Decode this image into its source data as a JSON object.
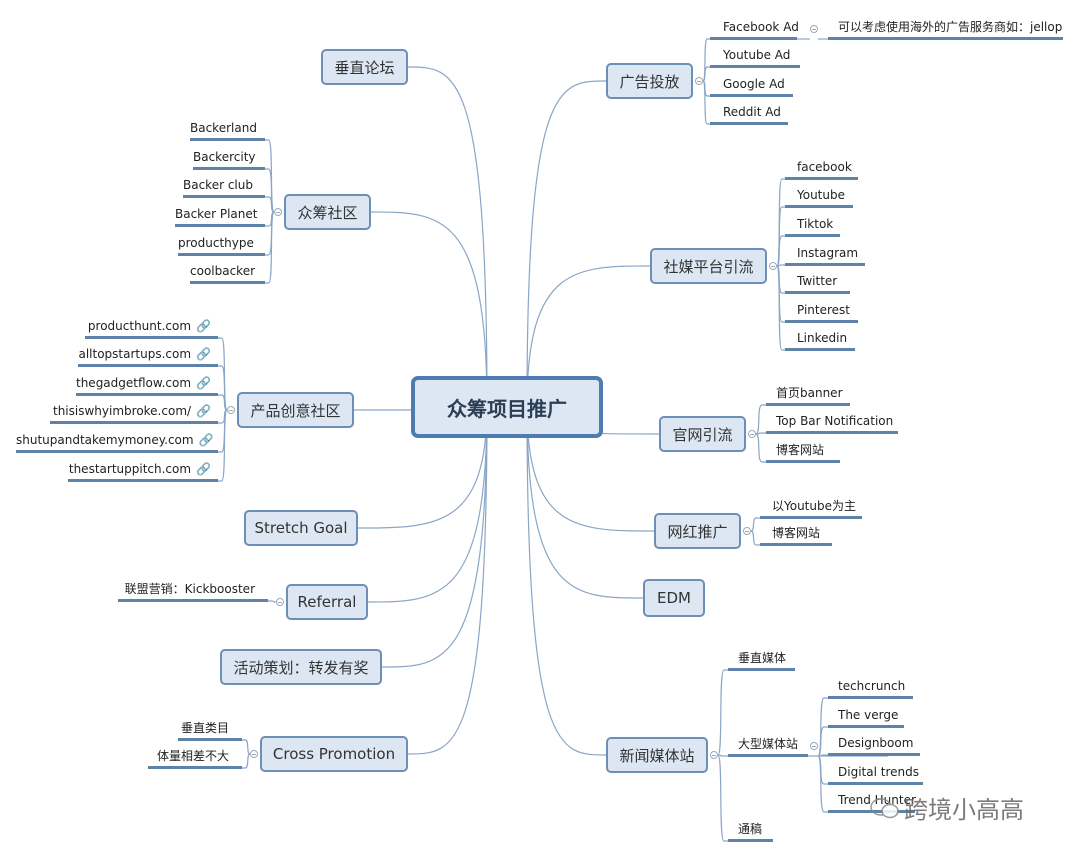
{
  "center": {
    "label": "众筹项目推广"
  },
  "topics": [
    {
      "label": "广告投放",
      "children": [
        {
          "label": "Facebook Ad",
          "note": "可以考虑使用海外的广告服务商如：jellop"
        },
        {
          "label": "Youtube Ad"
        },
        {
          "label": "Google Ad"
        },
        {
          "label": "Reddit Ad"
        }
      ]
    },
    {
      "label": "社媒平台引流",
      "children": [
        {
          "label": "facebook"
        },
        {
          "label": "Youtube"
        },
        {
          "label": "Tiktok"
        },
        {
          "label": "Instagram"
        },
        {
          "label": "Twitter"
        },
        {
          "label": "Pinterest"
        },
        {
          "label": "Linkedin"
        }
      ]
    },
    {
      "label": "官网引流",
      "children": [
        {
          "label": "首页banner"
        },
        {
          "label": "Top Bar Notification"
        },
        {
          "label": "博客网站"
        }
      ]
    },
    {
      "label": "网红推广",
      "children": [
        {
          "label": "以Youtube为主"
        },
        {
          "label": "博客网站"
        }
      ]
    },
    {
      "label": "EDM",
      "children": []
    },
    {
      "label": "新闻媒体站",
      "children": [
        {
          "label": "垂直媒体"
        },
        {
          "label": "大型媒体站",
          "children": [
            {
              "label": "techcrunch"
            },
            {
              "label": "The verge"
            },
            {
              "label": "Designboom"
            },
            {
              "label": "Digital trends"
            },
            {
              "label": "Trend Hunter"
            }
          ]
        },
        {
          "label": "通稿"
        }
      ]
    },
    {
      "label": "垂直论坛",
      "children": []
    },
    {
      "label": "众筹社区",
      "children": [
        {
          "label": "Backerland"
        },
        {
          "label": "Backercity"
        },
        {
          "label": "Backer club"
        },
        {
          "label": "Backer Planet"
        },
        {
          "label": "producthype"
        },
        {
          "label": "coolbacker"
        }
      ]
    },
    {
      "label": "产品创意社区",
      "children": [
        {
          "label": "producthunt.com",
          "icon": "link-icon"
        },
        {
          "label": "alltopstartups.com",
          "icon": "link-icon"
        },
        {
          "label": "thegadgetflow.com",
          "icon": "link-icon"
        },
        {
          "label": "thisiswhyimbroke.com/",
          "icon": "link-icon"
        },
        {
          "label": "shutupandtakemymoney.com",
          "icon": "link-icon"
        },
        {
          "label": "thestartuppitch.com",
          "icon": "link-icon-faint"
        }
      ]
    },
    {
      "label": "Stretch Goal",
      "children": []
    },
    {
      "label": "Referral",
      "children": [
        {
          "label": "联盟营销：Kickbooster"
        }
      ]
    },
    {
      "label": "活动策划：转发有奖",
      "children": []
    },
    {
      "label": "Cross Promotion",
      "children": [
        {
          "label": "垂直类目"
        },
        {
          "label": "体量相差不大"
        }
      ]
    }
  ],
  "watermark": {
    "label": "跨境小高高"
  },
  "colors": {
    "box_fill": "#dde7f3",
    "box_border": "#6d8fb5",
    "line": "#8aa6c6",
    "underline": "#5f82a8"
  }
}
